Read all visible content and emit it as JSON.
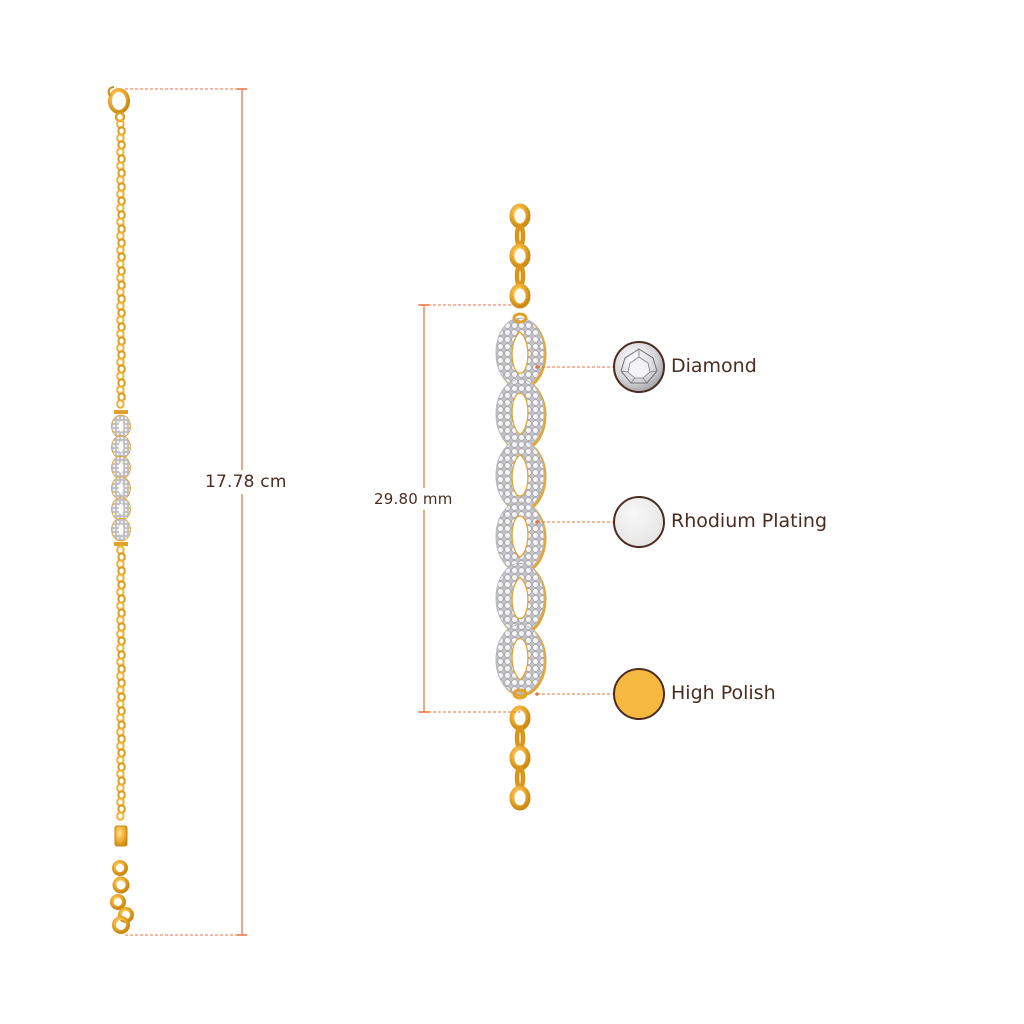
{
  "dimensions": {
    "bracelet_length": "17.78 cm",
    "motif_length": "29.80 mm"
  },
  "features": [
    {
      "label": "Diamond",
      "swatch": "diamond-icon",
      "color": "#e8e8ea"
    },
    {
      "label": "Rhodium Plating",
      "swatch": "rhodium-swatch",
      "color": "#ebebeb"
    },
    {
      "label": "High Polish",
      "swatch": "gold-swatch",
      "color": "#f5b942"
    }
  ],
  "colors": {
    "gold": "#f2b035",
    "gold_dark": "#c98a12",
    "measure_line": "#e8703a",
    "outline": "#4a2c20",
    "pave": "#d9d9dc"
  }
}
